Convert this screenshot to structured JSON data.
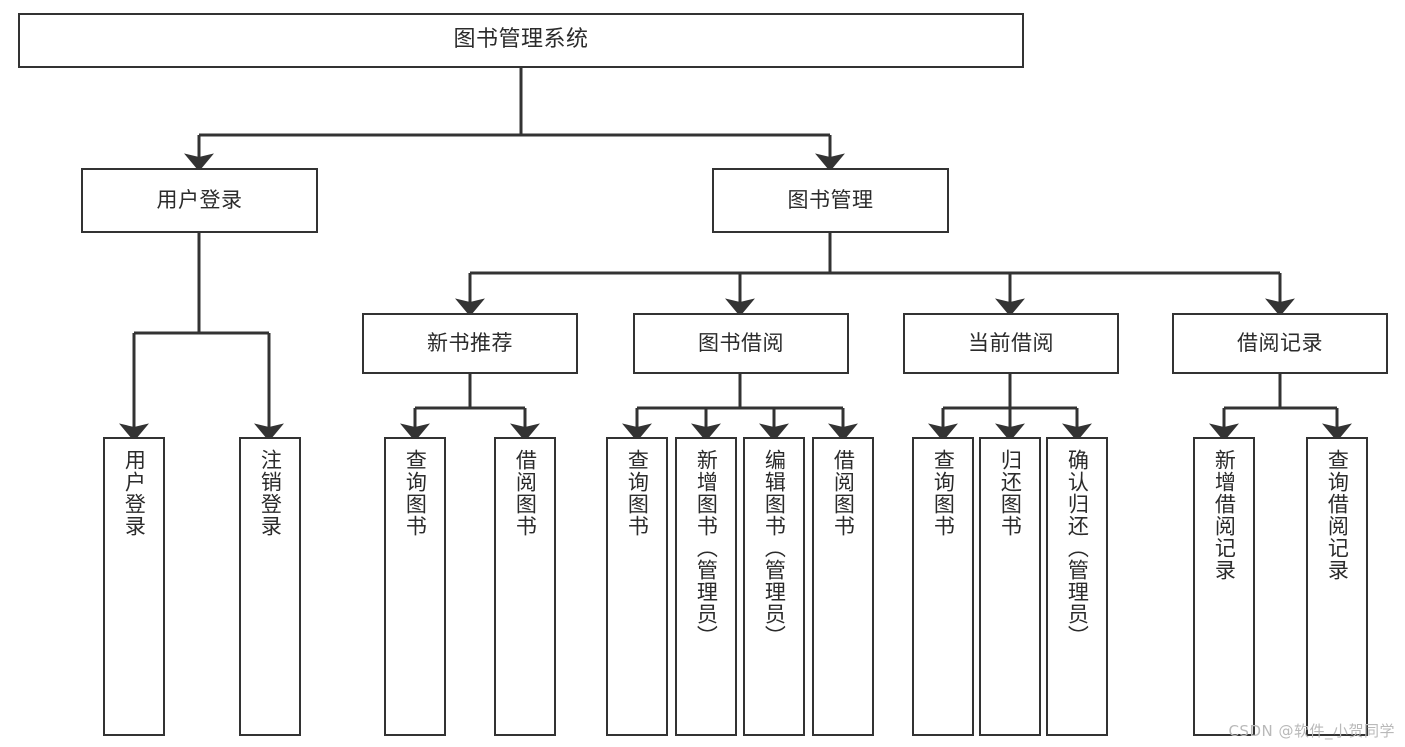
{
  "diagram": {
    "title": "图书管理系统",
    "type": "tree-hierarchy",
    "watermark": "CSDN @软件_小贺同学",
    "colors": {
      "box_border": "#333333",
      "box_fill": "#ffffff",
      "text": "#2b2b2b",
      "edge": "#333333",
      "watermark": "#b9b9b9",
      "background": "#ffffff"
    },
    "nodes": {
      "root": {
        "label": "图书管理系统"
      },
      "level2": [
        {
          "id": "user-login",
          "label": "用户登录"
        },
        {
          "id": "book-manage",
          "label": "图书管理"
        }
      ],
      "level3": [
        {
          "id": "new-book-recommend",
          "label": "新书推荐"
        },
        {
          "id": "book-borrow",
          "label": "图书借阅"
        },
        {
          "id": "current-borrow",
          "label": "当前借阅"
        },
        {
          "id": "borrow-record",
          "label": "借阅记录"
        }
      ],
      "leaves": {
        "user_login": [
          {
            "id": "leaf-user-login",
            "label": "用户登录"
          },
          {
            "id": "leaf-user-logout",
            "label": "注销登录"
          }
        ],
        "new_book_recommend": [
          {
            "id": "leaf-query-book-1",
            "label": "查询图书"
          },
          {
            "id": "leaf-borrow-book-1",
            "label": "借阅图书"
          }
        ],
        "book_borrow": [
          {
            "id": "leaf-query-book-2",
            "label": "查询图书"
          },
          {
            "id": "leaf-add-book",
            "label": "新增图书（管理员）"
          },
          {
            "id": "leaf-edit-book",
            "label": "编辑图书（管理员）"
          },
          {
            "id": "leaf-borrow-book-2",
            "label": "借阅图书"
          }
        ],
        "current_borrow": [
          {
            "id": "leaf-query-book-3",
            "label": "查询图书"
          },
          {
            "id": "leaf-return-book",
            "label": "归还图书"
          },
          {
            "id": "leaf-confirm-return",
            "label": "确认归还（管理员）"
          }
        ],
        "borrow_record": [
          {
            "id": "leaf-add-record",
            "label": "新增借阅记录"
          },
          {
            "id": "leaf-query-record",
            "label": "查询借阅记录"
          }
        ]
      }
    }
  }
}
